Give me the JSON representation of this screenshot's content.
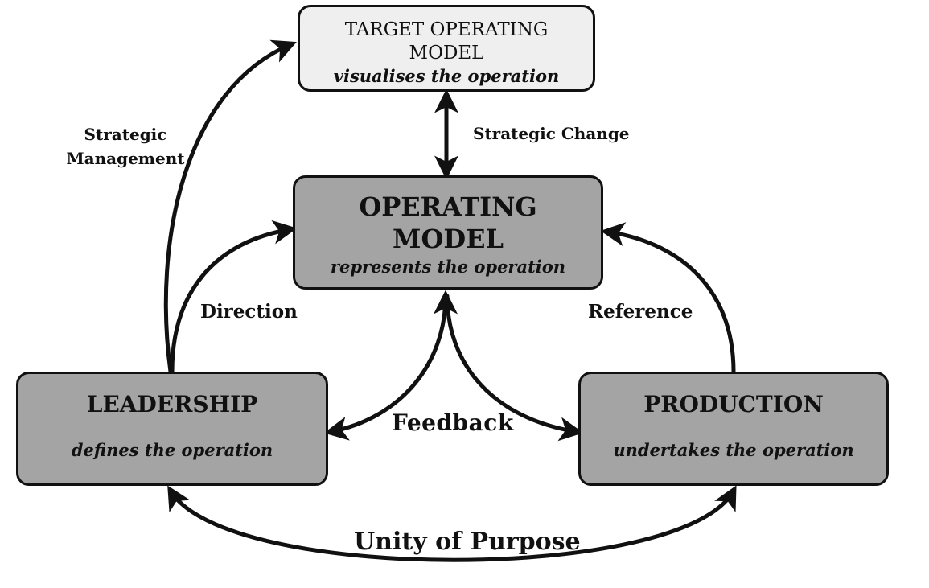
{
  "nodes": {
    "target": {
      "title_line1": "TARGET OPERATING",
      "title_line2": "MODEL",
      "subtitle": "visualises the operation"
    },
    "operating": {
      "title_line1": "OPERATING",
      "title_line2": "MODEL",
      "subtitle": "represents the operation"
    },
    "leadership": {
      "title": "LEADERSHIP",
      "subtitle": "defines the operation"
    },
    "production": {
      "title": "PRODUCTION",
      "subtitle": "undertakes the operation"
    }
  },
  "edges": {
    "strategic_management_line1": "Strategic",
    "strategic_management_line2": "Management",
    "strategic_change": "Strategic Change",
    "direction": "Direction",
    "reference": "Reference",
    "feedback": "Feedback",
    "unity_of_purpose": "Unity of Purpose"
  },
  "colors": {
    "stroke": "#111111",
    "light_box": "#efefef",
    "dark_box": "#a4a4a4"
  }
}
